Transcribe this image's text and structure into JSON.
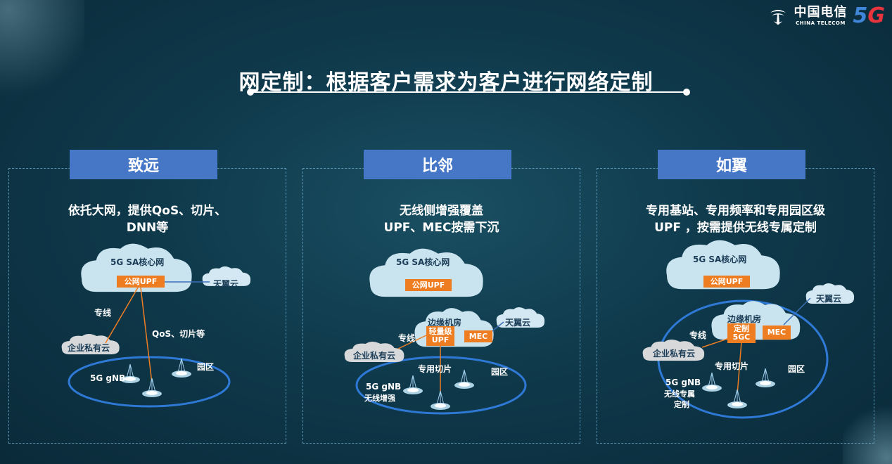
{
  "logo": {
    "brand_cn": "中国电信",
    "brand_en": "CHINA TELECOM",
    "badge": "5G"
  },
  "title": "网定制：根据客户需求为客户进行网络定制",
  "panels": [
    {
      "header": "致远",
      "desc": [
        "依托大网，提供QoS、切片、",
        "DNN等"
      ],
      "core": "5G SA核心网",
      "upf": "公网UPF",
      "cloud": "天翼云",
      "line_label": "专线",
      "private_cloud": "企业私有云",
      "qos_label": "QoS、切片等",
      "gnb": "5G gNB",
      "park": "园区"
    },
    {
      "header": "比邻",
      "desc": [
        "无线侧增强覆盖",
        "UPF、MEC按需下沉"
      ],
      "core": "5G SA核心网",
      "upf": "公网UPF",
      "edge_room": "边缘机房",
      "light_upf": "轻量级UPF",
      "mec": "MEC",
      "cloud": "天翼云",
      "line_label": "专线",
      "private_cloud": "企业私有云",
      "slice_label": "专用切片",
      "park": "园区",
      "gnb": "5G gNB",
      "gnb_sub": "无线增强"
    },
    {
      "header": "如翼",
      "desc": [
        "专用基站、专用频率和专用园区级",
        "UPF ，按需提供无线专属定制"
      ],
      "core": "5G SA核心网",
      "upf": "公网UPF",
      "cloud": "天翼云",
      "edge_room": "边缘机房",
      "custom_5gc": "定制5GC",
      "mec": "MEC",
      "line_label": "专线",
      "private_cloud": "企业私有云",
      "slice_label": "专用切片",
      "park": "园区",
      "gnb": "5G gNB",
      "gnb_sub1": "无线专属",
      "gnb_sub2": "定制"
    }
  ],
  "colors": {
    "header": "#4677c6",
    "upf": "#ee7d22",
    "ellipse": "#2f79d6",
    "cloud": "#c9e3ef"
  }
}
